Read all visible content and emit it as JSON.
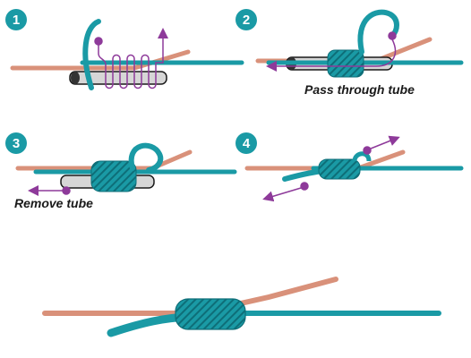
{
  "steps": [
    {
      "number": "1"
    },
    {
      "number": "2",
      "caption": "Pass through tube"
    },
    {
      "number": "3",
      "caption": "Remove tube"
    },
    {
      "number": "4"
    }
  ],
  "colors": {
    "teal_line": "#1a9aa5",
    "teal_dark": "#0e6e78",
    "salmon_line": "#d9917a",
    "salmon_dark": "#a95c48",
    "purple_arrow": "#8e3a9a",
    "tube": "#d6d6d6",
    "badge": "#1a9aa5"
  }
}
